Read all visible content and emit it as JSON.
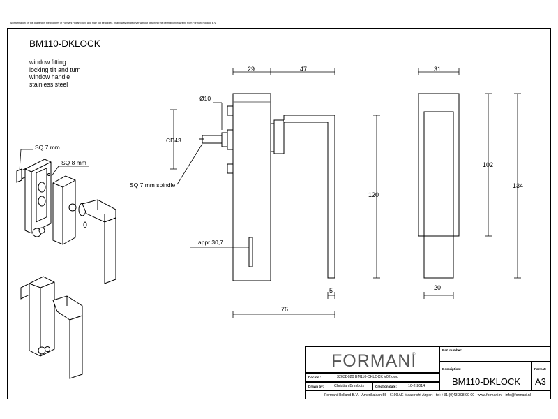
{
  "disclaimer": "All information on the drawing is the property of Formani Holland B.V. and may not be copied, in any way whatsoever without obtaining the permission in writing from Formani Holland B.V.",
  "product": {
    "title": "BM110-DKLOCK",
    "description": [
      "window fitting",
      "locking tilt and turn",
      "window handle",
      "stainless steel"
    ]
  },
  "callouts": {
    "sq7mm": "SQ 7 mm",
    "sq8mm": "SQ 8 mm",
    "diameter": "Ø10",
    "cd": "CD43",
    "spindle": "SQ 7 mm spindle",
    "appr": "appr 30,7"
  },
  "dimensions": {
    "d29": "29",
    "d47": "47",
    "d31": "31",
    "d120": "120",
    "d102": "102",
    "d134": "134",
    "d5": "5",
    "d20": "20",
    "d76": "76"
  },
  "title_block": {
    "brand": "FORMANI",
    "brand_mark": "®",
    "part_number_label": "Part number:",
    "part_number_value": "",
    "description_label": "Description:",
    "description_value": "BM110-DKLOCK",
    "format_label": "Format:",
    "format_value": "A3",
    "doc_no_label": "Doc no.:",
    "doc_no_value": "3203D020 BM110-DKLOCK  V02.dwg",
    "drawn_by_label": "Drawn by:",
    "drawn_by_value": "Christian Brimbois",
    "creation_date_label": "Creation date:",
    "creation_date_value": "10-2-2014",
    "footer": "Formani Holland B.V. · Amerikalaan 55 · 6199 AE Maastricht Airport · tel: +31 (0)43 308 90 00 · www.formani.nl · info@formani.nl"
  }
}
